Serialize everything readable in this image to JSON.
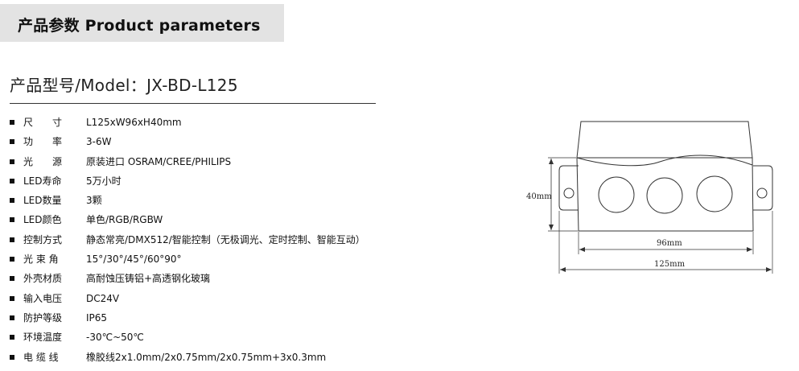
{
  "header": {
    "title": "产品参数  Product parameters"
  },
  "model": {
    "title": "产品型号/Model：JX-BD-L125"
  },
  "specs": [
    {
      "label": "尺　　寸",
      "value": "L125xW96xH40mm"
    },
    {
      "label": "功　　率",
      "value": "3-6W"
    },
    {
      "label": "光　　源",
      "value": "原装进口 OSRAM/CREE/PHILIPS"
    },
    {
      "label": "LED寿命",
      "value": "5万小时"
    },
    {
      "label": "LED数量",
      "value": "3颗"
    },
    {
      "label": "LED颜色",
      "value": "单色/RGB/RGBW"
    },
    {
      "label": "控制方式",
      "value": "静态常亮/DMX512/智能控制（无极调光、定时控制、智能互动）"
    },
    {
      "label": "光 束 角",
      "value": "15°/30°/45°/60°90°"
    },
    {
      "label": "外壳材质",
      "value": "高耐蚀压铸铝+高透钢化玻璃"
    },
    {
      "label": "输入电压",
      "value": "DC24V"
    },
    {
      "label": "防护等级",
      "value": "IP65"
    },
    {
      "label": "环境温度",
      "value": "-30℃~50℃"
    },
    {
      "label": "电 缆 线",
      "value": "橡胶线2x1.0mm/2x0.75mm/2x0.75mm+3x0.3mm"
    }
  ],
  "diagram": {
    "height_label": "40mm",
    "width_label": "96mm",
    "length_label": "125mm"
  }
}
